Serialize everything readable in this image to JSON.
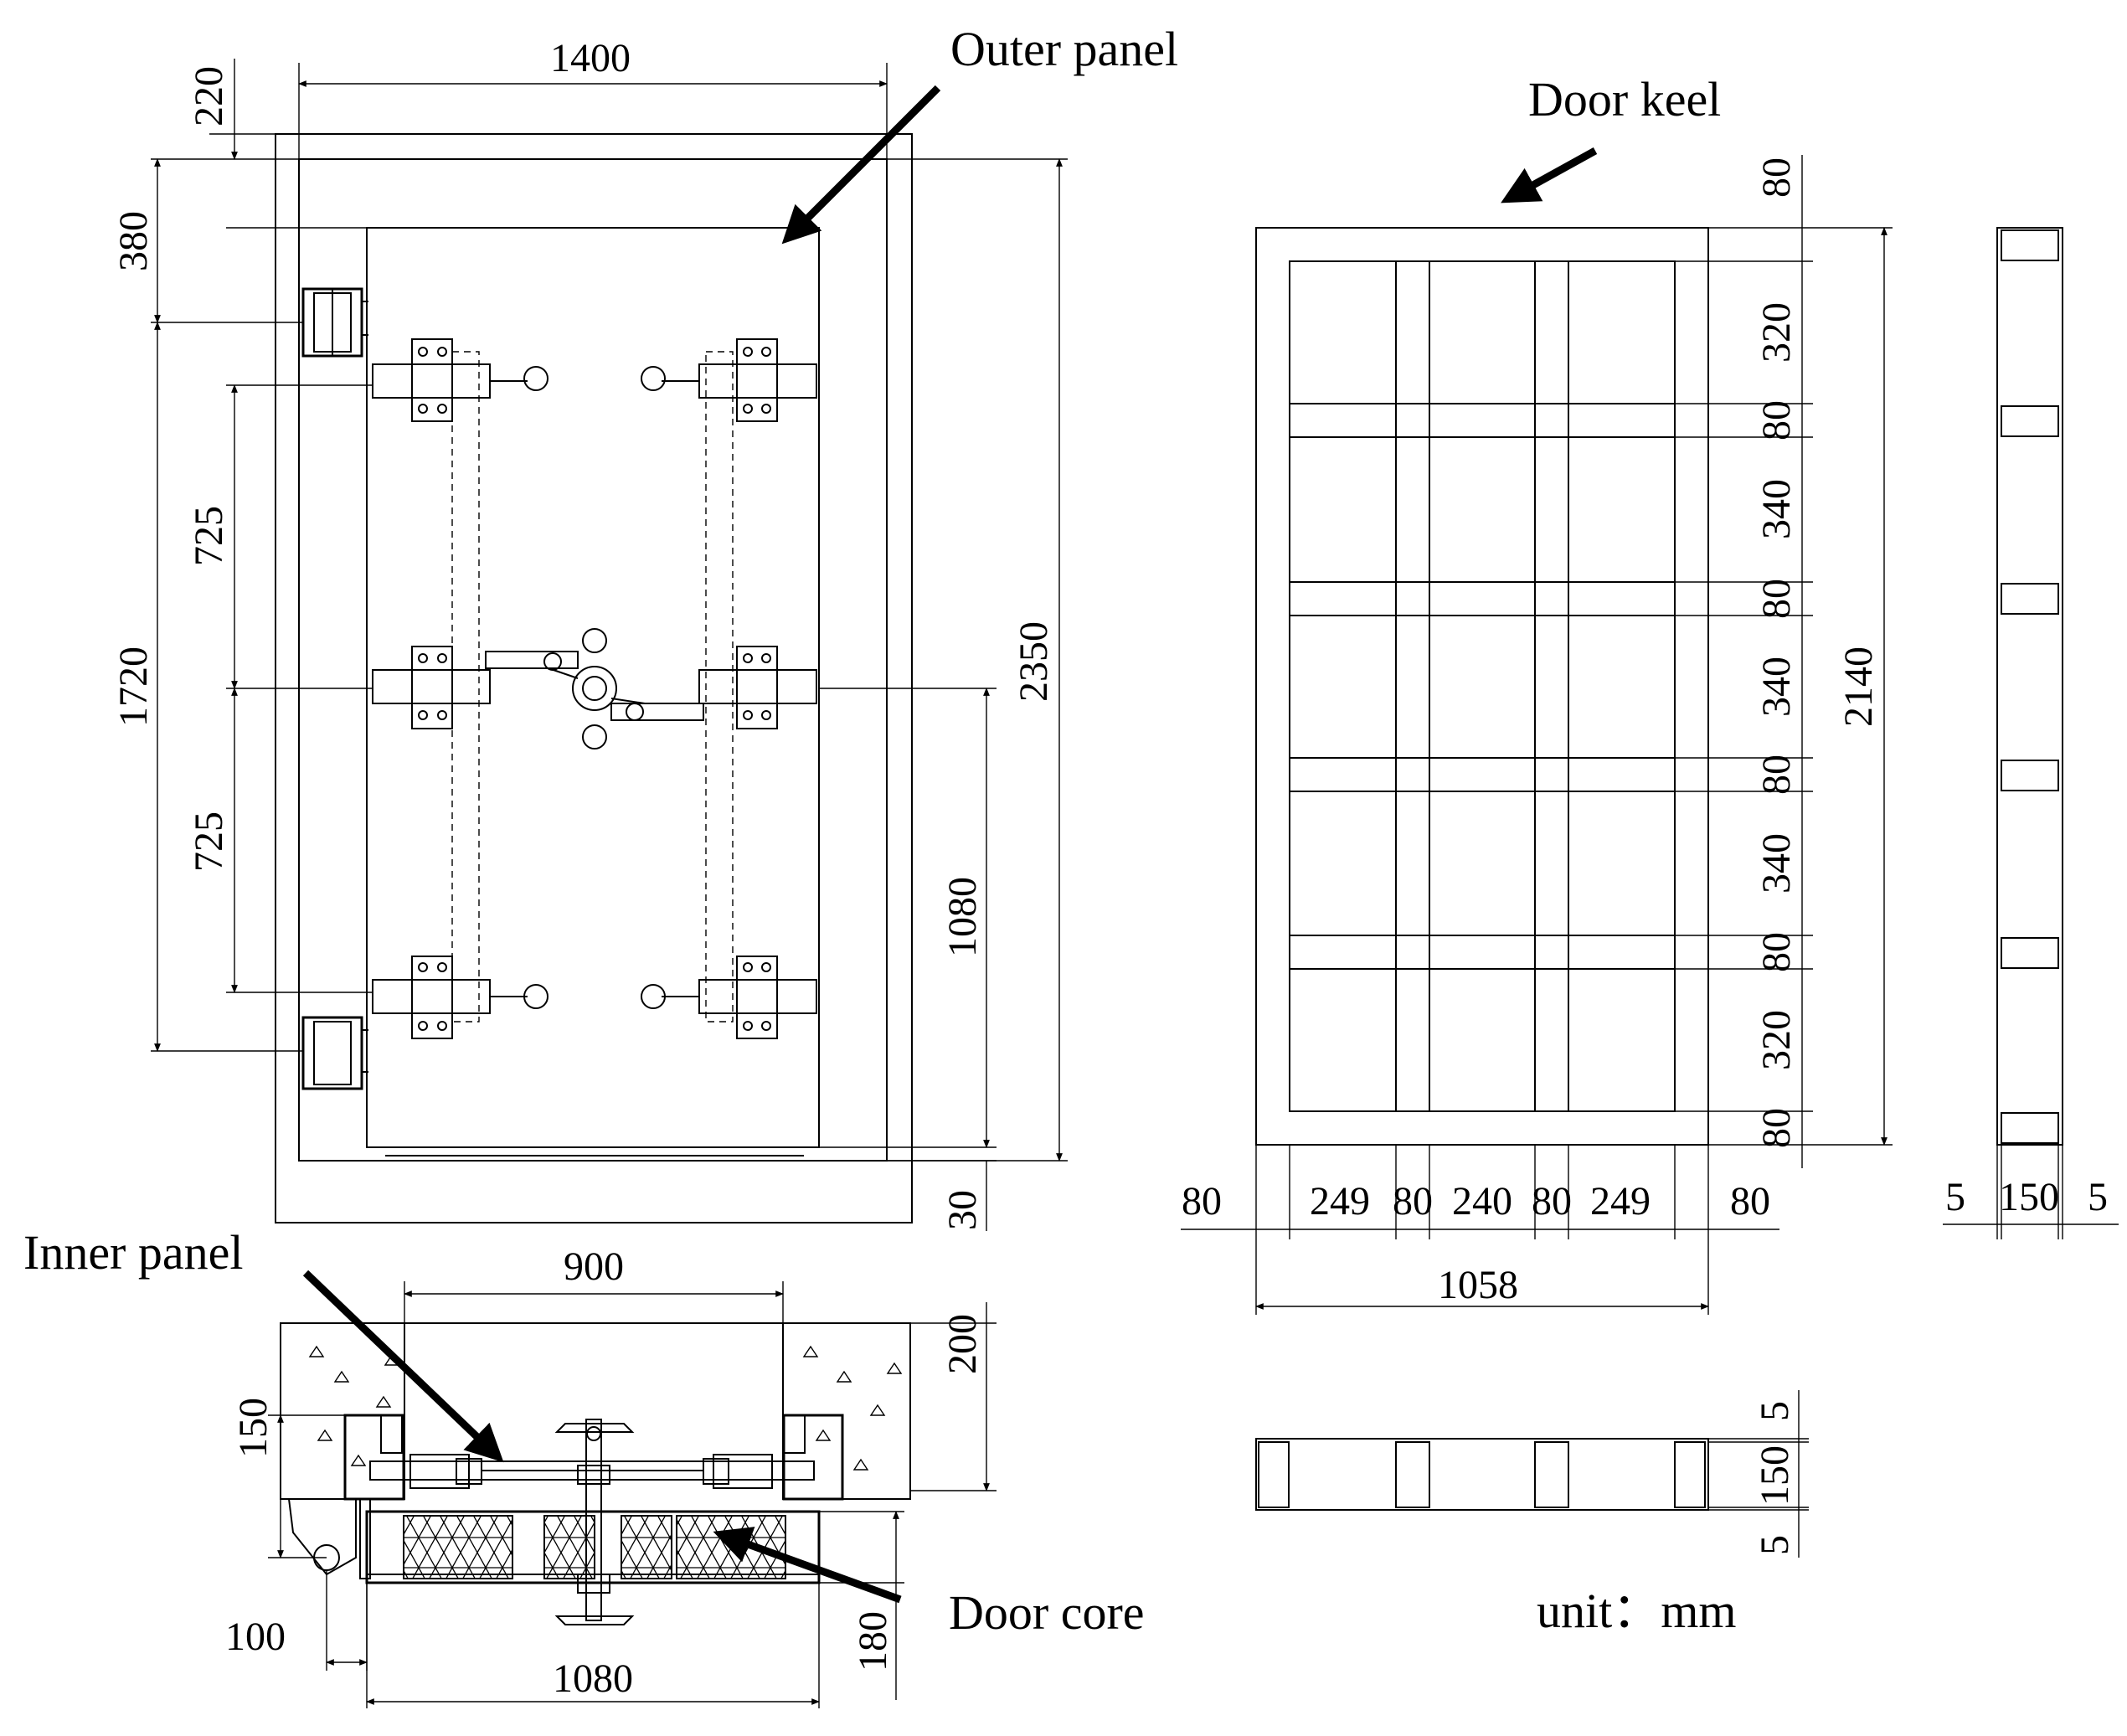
{
  "labels": {
    "outer_panel": "Outer panel",
    "door_keel": "Door keel",
    "inner_panel": "Inner panel",
    "door_core": "Door core",
    "unit": "unit：mm"
  },
  "front_view_dims": {
    "width_1400": "1400",
    "top_220": "220",
    "offset_380": "380",
    "span_725_upper": "725",
    "span_725_lower": "725",
    "span_1720": "1720",
    "height_2350": "2350",
    "height_1080": "1080",
    "bottom_30": "30"
  },
  "section_view_dims": {
    "width_900": "900",
    "depth_200": "200",
    "depth_150": "150",
    "offset_100": "100",
    "width_1080": "1080",
    "depth_180": "180"
  },
  "keel_dims": {
    "vertical": [
      "80",
      "320",
      "80",
      "340",
      "80",
      "340",
      "80",
      "340",
      "80",
      "320",
      "80"
    ],
    "height_2140": "2140",
    "horizontal": [
      "80",
      "249",
      "80",
      "240",
      "80",
      "249",
      "80"
    ],
    "width_1058": "1058",
    "side": [
      "5",
      "150",
      "5"
    ],
    "bottom_side": [
      "5",
      "150",
      "5"
    ]
  }
}
